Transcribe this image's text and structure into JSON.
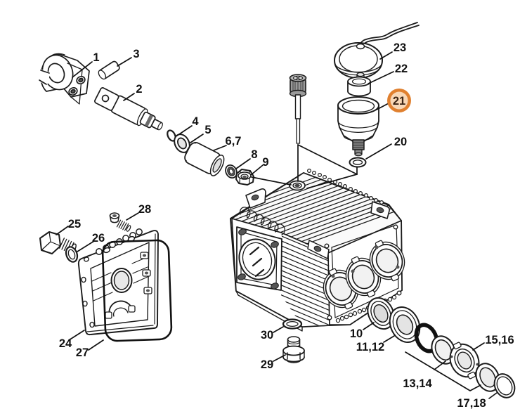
{
  "diagram": {
    "kind": "exploded-parts-diagram",
    "subject": "pressure-washer pump assembly",
    "background": "#ffffff",
    "line_color": "#1b1b1b",
    "highlight": {
      "ring": "#e0802f",
      "fill": "#f8d7b6",
      "text": "#3b2414",
      "highlighted_part": "21"
    },
    "labels": {
      "p1": "1",
      "p2": "2",
      "p3": "3",
      "p4": "4",
      "p5": "5",
      "p6_7": "6,7",
      "p8": "8",
      "p9": "9",
      "p10": "10",
      "p11_12": "11,12",
      "p13_14": "13,14",
      "p15_16": "15,16",
      "p17_18": "17,18",
      "p20": "20",
      "p21": "21",
      "p22": "22",
      "p23": "23",
      "p24": "24",
      "p25": "25",
      "p26": "26",
      "p27": "27",
      "p28": "28",
      "p29": "29",
      "p30": "30"
    },
    "parts": [
      {
        "number": "1",
        "name": "clamp-yoke"
      },
      {
        "number": "2",
        "name": "piston-rod"
      },
      {
        "number": "3",
        "name": "pin"
      },
      {
        "number": "4",
        "name": "o-ring-small"
      },
      {
        "number": "5",
        "name": "seal-ring"
      },
      {
        "number": "6,7",
        "name": "cylinder-sleeve"
      },
      {
        "number": "8",
        "name": "washer"
      },
      {
        "number": "9",
        "name": "hex-nut"
      },
      {
        "number": "10",
        "name": "shaft-seal"
      },
      {
        "number": "11,12",
        "name": "seal-assembly"
      },
      {
        "number": "13,14",
        "name": "o-ring-and-backing-ring"
      },
      {
        "number": "15,16",
        "name": "flanged-ring"
      },
      {
        "number": "17,18",
        "name": "ring"
      },
      {
        "number": "20",
        "name": "o-ring"
      },
      {
        "number": "21",
        "name": "oil-reservoir-cup",
        "highlighted": true
      },
      {
        "number": "22",
        "name": "bushing"
      },
      {
        "number": "23",
        "name": "cap-with-cable"
      },
      {
        "number": "24",
        "name": "crankcase-cover"
      },
      {
        "number": "25",
        "name": "hex-plug"
      },
      {
        "number": "26",
        "name": "o-ring"
      },
      {
        "number": "27",
        "name": "cover-gasket"
      },
      {
        "number": "28",
        "name": "screw"
      },
      {
        "number": "29",
        "name": "threaded-plug"
      },
      {
        "number": "30",
        "name": "o-ring"
      },
      {
        "name": "pump-housing"
      },
      {
        "name": "oil-dipstick"
      }
    ]
  }
}
